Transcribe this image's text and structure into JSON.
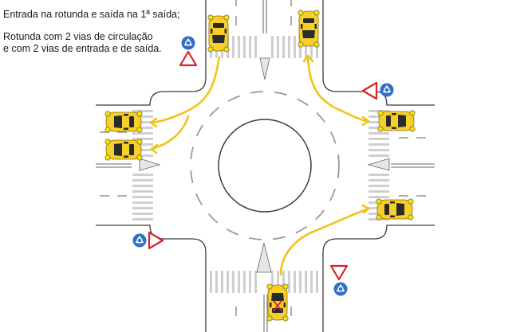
{
  "caption": {
    "title": "Entrada na rotunda e saída na 1ª saída;",
    "line2": "Rotunda com 2 vias de circulação",
    "line3": "e com 2 vias de entrada e de saída."
  },
  "colors": {
    "road_outline": "#3a3a3a",
    "crosswalk": "#cfcfcf",
    "lane_marking": "#9a9a9a",
    "car_body": "#f7cf2a",
    "car_window": "#2b2b2b",
    "car_light": "#f4e200",
    "path": "#f0c419",
    "yield_sign": "#d9232e",
    "roundabout_sign": "#2f6fc6",
    "forbidden_mark": "#d9232e"
  },
  "icons": {
    "roundabout_sign": "roundabout-sign-icon",
    "yield_sign": "yield-sign-icon",
    "car": "car-icon",
    "forbidden_mark": "forbidden-x-icon"
  }
}
